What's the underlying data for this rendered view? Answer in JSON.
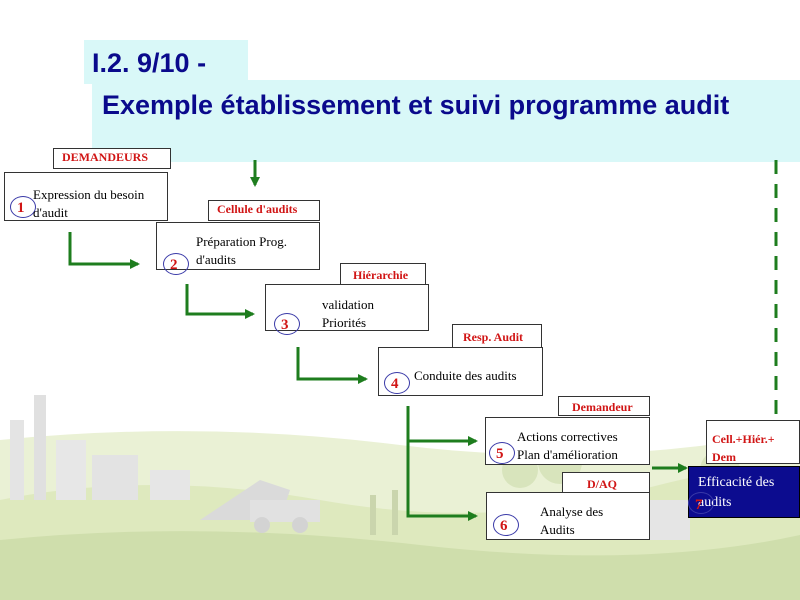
{
  "header": {
    "section_label": "I.2. 9/10 -",
    "title": "Exemple établissement et suivi programme audit"
  },
  "roles": {
    "r1": "DEMANDEURS",
    "r2": "Cellule d'audits",
    "r3": "Hiérarchie",
    "r4": "Resp. Audit",
    "r5": "Demandeur",
    "r6": "D/AQ",
    "r7": "Cell.+Hiér.+ Dem"
  },
  "steps": {
    "s1": {
      "number": "1",
      "line1": "Expression du besoin",
      "line2": "d'audit"
    },
    "s2": {
      "number": "2",
      "line1": "Préparation Prog.",
      "line2": "d'audits"
    },
    "s3": {
      "number": "3",
      "line1": "validation",
      "line2": "Priorités"
    },
    "s4": {
      "number": "4",
      "line1": "Conduite des audits"
    },
    "s5": {
      "number": "5",
      "line1": "Actions correctives",
      "line2": "Plan d'amélioration"
    },
    "s6": {
      "number": "6",
      "line1": "Analyse des",
      "line2": "Audits"
    },
    "s7": {
      "number": "7",
      "line1": "Efficacité des",
      "line2": "audits"
    }
  },
  "colors": {
    "title_bg": "#d9f8f8",
    "title_text": "#0a0a8c",
    "arrow_green": "#1e7d1e",
    "role_red": "#d11515",
    "final_box": "#0c0c8f"
  }
}
